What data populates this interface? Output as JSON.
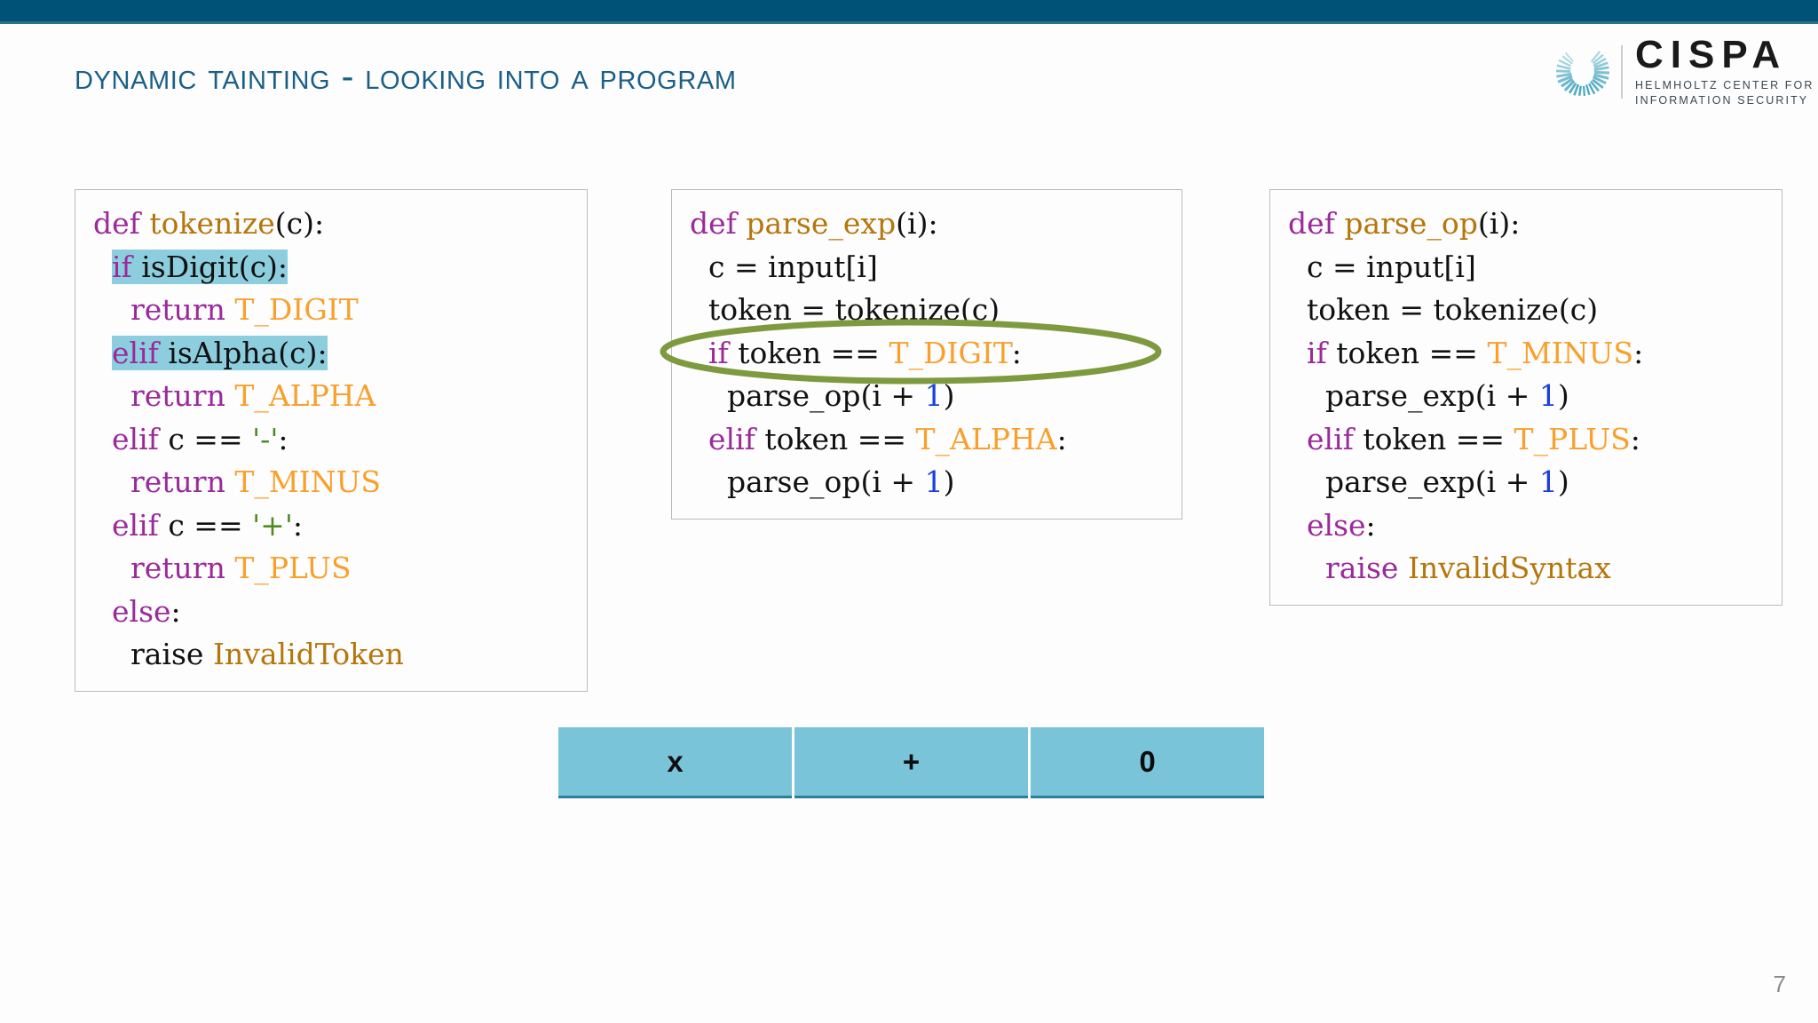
{
  "slide": {
    "number": "7",
    "title": "Dynamic Tainting - Looking Into a Program",
    "topbar_color": "#005377",
    "title_color": "#1b5f86",
    "background_color": "#fdfdfd"
  },
  "logo": {
    "mark_name": "cispa-radial-c-icon",
    "mark_color": "#4aa8c0",
    "name": "CISPA",
    "subtitle_line1": "HELMHOLTZ CENTER FOR",
    "subtitle_line2": "INFORMATION SECURITY"
  },
  "syntax_colors": {
    "keyword": "#9b2a9b",
    "function": "#b5760c",
    "constant": "#f9a02c",
    "string": "#4d8a21",
    "number": "#1a3fe0",
    "identifier": "#111111",
    "highlight_background": "#8ccede"
  },
  "code_boxes": [
    {
      "id": "tokenize",
      "title": "def tokenize(c):",
      "lines": [
        {
          "indent": 0,
          "highlighted": false,
          "tokens": [
            {
              "t": "def ",
              "c": "kw"
            },
            {
              "t": "tokenize",
              "c": "fn"
            },
            {
              "t": "(c):",
              "c": "id"
            }
          ]
        },
        {
          "indent": 1,
          "highlighted": true,
          "tokens": [
            {
              "t": "if ",
              "c": "kw"
            },
            {
              "t": "isDigit(c):",
              "c": "id"
            }
          ]
        },
        {
          "indent": 2,
          "highlighted": false,
          "tokens": [
            {
              "t": "return ",
              "c": "kw"
            },
            {
              "t": "T_DIGIT",
              "c": "cst"
            }
          ]
        },
        {
          "indent": 1,
          "highlighted": true,
          "tokens": [
            {
              "t": "elif ",
              "c": "kw"
            },
            {
              "t": "isAlpha(c):",
              "c": "id"
            }
          ]
        },
        {
          "indent": 2,
          "highlighted": false,
          "tokens": [
            {
              "t": "return ",
              "c": "kw"
            },
            {
              "t": "T_ALPHA",
              "c": "cst"
            }
          ]
        },
        {
          "indent": 1,
          "highlighted": false,
          "tokens": [
            {
              "t": "elif ",
              "c": "kw"
            },
            {
              "t": "c == ",
              "c": "id"
            },
            {
              "t": "'-'",
              "c": "str"
            },
            {
              "t": ":",
              "c": "id"
            }
          ]
        },
        {
          "indent": 2,
          "highlighted": false,
          "tokens": [
            {
              "t": "return ",
              "c": "kw"
            },
            {
              "t": "T_MINUS",
              "c": "cst"
            }
          ]
        },
        {
          "indent": 1,
          "highlighted": false,
          "tokens": [
            {
              "t": "elif ",
              "c": "kw"
            },
            {
              "t": "c == ",
              "c": "id"
            },
            {
              "t": "'+'",
              "c": "str"
            },
            {
              "t": ":",
              "c": "id"
            }
          ]
        },
        {
          "indent": 2,
          "highlighted": false,
          "tokens": [
            {
              "t": "return ",
              "c": "kw"
            },
            {
              "t": "T_PLUS",
              "c": "cst"
            }
          ]
        },
        {
          "indent": 1,
          "highlighted": false,
          "tokens": [
            {
              "t": "else",
              "c": "kw"
            },
            {
              "t": ":",
              "c": "id"
            }
          ]
        },
        {
          "indent": 2,
          "highlighted": false,
          "tokens": [
            {
              "t": "raise ",
              "c": "id"
            },
            {
              "t": "InvalidToken",
              "c": "fn"
            }
          ]
        }
      ]
    },
    {
      "id": "parse-exp",
      "title": "def parse_exp(i):",
      "lines": [
        {
          "indent": 0,
          "highlighted": false,
          "tokens": [
            {
              "t": "def ",
              "c": "kw"
            },
            {
              "t": "parse_exp",
              "c": "fn"
            },
            {
              "t": "(i):",
              "c": "id"
            }
          ]
        },
        {
          "indent": 1,
          "highlighted": false,
          "tokens": [
            {
              "t": "c = input[i]",
              "c": "id"
            }
          ]
        },
        {
          "indent": 1,
          "highlighted": false,
          "tokens": [
            {
              "t": "token = tokenize(c)",
              "c": "id"
            }
          ]
        },
        {
          "indent": 1,
          "highlighted": false,
          "tokens": [
            {
              "t": "if ",
              "c": "kw"
            },
            {
              "t": "token == ",
              "c": "id"
            },
            {
              "t": "T_DIGIT",
              "c": "cst"
            },
            {
              "t": ":",
              "c": "id"
            }
          ]
        },
        {
          "indent": 2,
          "highlighted": false,
          "tokens": [
            {
              "t": "parse_op(i + ",
              "c": "id"
            },
            {
              "t": "1",
              "c": "num"
            },
            {
              "t": ")",
              "c": "id"
            }
          ]
        },
        {
          "indent": 1,
          "highlighted": false,
          "tokens": [
            {
              "t": "elif ",
              "c": "kw"
            },
            {
              "t": "token == ",
              "c": "id"
            },
            {
              "t": "T_ALPHA",
              "c": "cst"
            },
            {
              "t": ":",
              "c": "id"
            }
          ]
        },
        {
          "indent": 2,
          "highlighted": false,
          "tokens": [
            {
              "t": "parse_op(i + ",
              "c": "id"
            },
            {
              "t": "1",
              "c": "num"
            },
            {
              "t": ")",
              "c": "id"
            }
          ]
        }
      ]
    },
    {
      "id": "parse-op",
      "title": "def parse_op(i):",
      "lines": [
        {
          "indent": 0,
          "highlighted": false,
          "tokens": [
            {
              "t": "def ",
              "c": "kw"
            },
            {
              "t": "parse_op",
              "c": "fn"
            },
            {
              "t": "(i):",
              "c": "id"
            }
          ]
        },
        {
          "indent": 1,
          "highlighted": false,
          "tokens": [
            {
              "t": "c = input[i]",
              "c": "id"
            }
          ]
        },
        {
          "indent": 1,
          "highlighted": false,
          "tokens": [
            {
              "t": "token = tokenize(c)",
              "c": "id"
            }
          ]
        },
        {
          "indent": 1,
          "highlighted": false,
          "tokens": [
            {
              "t": "if ",
              "c": "kw"
            },
            {
              "t": "token == ",
              "c": "id"
            },
            {
              "t": "T_MINUS",
              "c": "cst"
            },
            {
              "t": ":",
              "c": "id"
            }
          ]
        },
        {
          "indent": 2,
          "highlighted": false,
          "tokens": [
            {
              "t": "parse_exp(i + ",
              "c": "id"
            },
            {
              "t": "1",
              "c": "num"
            },
            {
              "t": ")",
              "c": "id"
            }
          ]
        },
        {
          "indent": 1,
          "highlighted": false,
          "tokens": [
            {
              "t": "elif ",
              "c": "kw"
            },
            {
              "t": "token == ",
              "c": "id"
            },
            {
              "t": "T_PLUS",
              "c": "cst"
            },
            {
              "t": ":",
              "c": "id"
            }
          ]
        },
        {
          "indent": 2,
          "highlighted": false,
          "tokens": [
            {
              "t": "parse_exp(i + ",
              "c": "id"
            },
            {
              "t": "1",
              "c": "num"
            },
            {
              "t": ")",
              "c": "id"
            }
          ]
        },
        {
          "indent": 1,
          "highlighted": false,
          "tokens": [
            {
              "t": "else",
              "c": "kw"
            },
            {
              "t": ":",
              "c": "id"
            }
          ]
        },
        {
          "indent": 2,
          "highlighted": false,
          "tokens": [
            {
              "t": "raise ",
              "c": "kw"
            },
            {
              "t": "InvalidSyntax",
              "c": "fn"
            }
          ]
        }
      ]
    }
  ],
  "annotation": {
    "name": "ellipse-highlight",
    "target_line": "if token == T_DIGIT:",
    "color": "#7d9a3f",
    "stroke_width": 7
  },
  "input_table": {
    "name": "input-string-table",
    "cell_color": "#79c4d8",
    "border_color": "#2a7f9b",
    "cells": [
      "x",
      "+",
      "0"
    ]
  }
}
